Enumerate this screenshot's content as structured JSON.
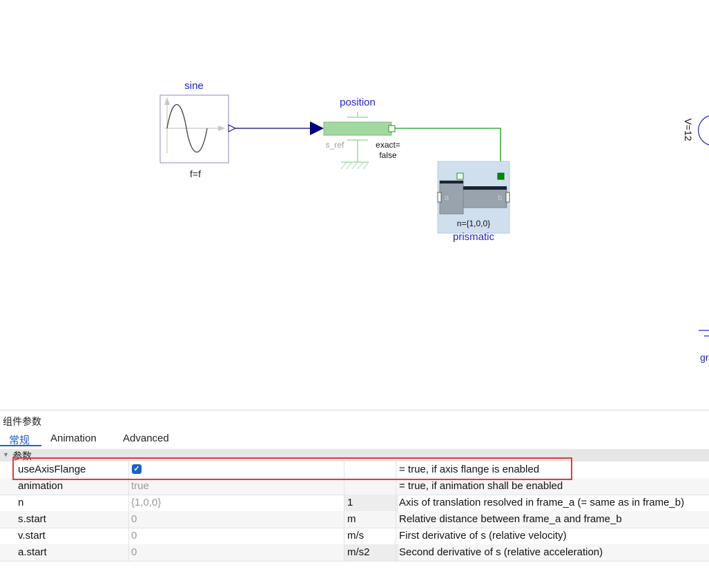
{
  "diagram": {
    "sine": {
      "name": "sine",
      "param": "f=f"
    },
    "position": {
      "name": "position",
      "s_ref": "s_ref",
      "exact_line1": "exact=",
      "exact_line2": "false"
    },
    "prismatic": {
      "name": "prismatic",
      "port_a": "a",
      "port_b": "b",
      "param": "n={1,0,0}"
    },
    "offscreen_right": {
      "label_v": "V=12",
      "label_gr": "gr"
    }
  },
  "panel": {
    "title": "组件参数",
    "tabs": [
      {
        "label": "常规",
        "active": true
      },
      {
        "label": "Animation",
        "active": false
      },
      {
        "label": "Advanced",
        "active": false
      }
    ],
    "group": "参数",
    "rows": [
      {
        "name": "useAxisFlange",
        "value": "",
        "checked": true,
        "unit": "",
        "desc": "= true, if axis flange is enabled"
      },
      {
        "name": "animation",
        "value": "true",
        "unit": "",
        "desc": "= true, if animation shall be enabled"
      },
      {
        "name": "n",
        "value": "{1,0,0}",
        "unit": "1",
        "desc": "Axis of translation resolved in frame_a (= same as in frame_b)"
      },
      {
        "name": "s.start",
        "value": "0",
        "unit": "m",
        "desc": "Relative distance between frame_a and frame_b"
      },
      {
        "name": "v.start",
        "value": "0",
        "unit": "m/s",
        "desc": "First derivative of s (relative velocity)"
      },
      {
        "name": "a.start",
        "value": "0",
        "unit": "m/s2",
        "desc": "Second derivative of s (relative acceleration)"
      }
    ]
  },
  "colors": {
    "accent": "#1a63c6",
    "label_blue": "#1f1fd6",
    "signal_navy": "#00007f",
    "position_green": "#a3d9a0",
    "wire_green": "#109c10",
    "highlight_red": "#e53935"
  }
}
